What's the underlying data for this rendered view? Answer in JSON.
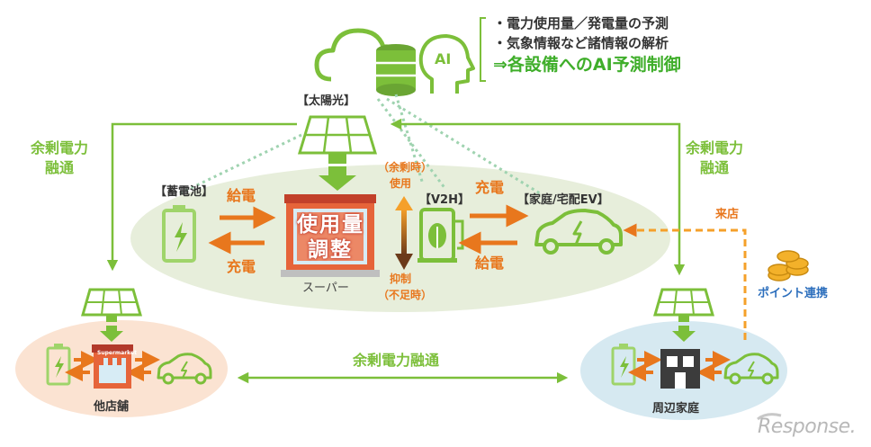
{
  "diagram": {
    "bullets": [
      "・電力使用量／発電量の予測",
      "・気象情報など諸情報の解析"
    ],
    "ai_control": "⇒各設備へのAI予測制御",
    "ai_label": "AI",
    "solar_label": "【太陽光】",
    "battery_label": "【蓄電池】",
    "v2h_label": "【V2H】",
    "home_ev_label": "【家庭/宅配EV】",
    "supply_label": "給電",
    "charge_label": "充電",
    "charge_label2": "充電",
    "supply_label2": "給電",
    "surplus_use": [
      "（余剰時）",
      "使用"
    ],
    "suppress": [
      "抑制",
      "（不足時）"
    ],
    "store_sign": [
      "使用量",
      "調整"
    ],
    "supermarket": "スーパー",
    "left_exchange": [
      "余剰電力",
      "融通"
    ],
    "right_exchange": [
      "余剰電力",
      "融通"
    ],
    "bottom_exchange": "余剰電力融通",
    "visit_label": "来店",
    "point_label": "ポイント連携",
    "other_store": "他店舗",
    "supermarket_sign": "Supermarket",
    "nearby_homes": "周辺家庭",
    "brand": "Response."
  },
  "colors": {
    "green": "#7cbf3a",
    "orange": "#e8771d",
    "ellipse_main": "#e7eedb",
    "ellipse_left": "#fbe3d2",
    "ellipse_right": "#d6e9f1"
  }
}
